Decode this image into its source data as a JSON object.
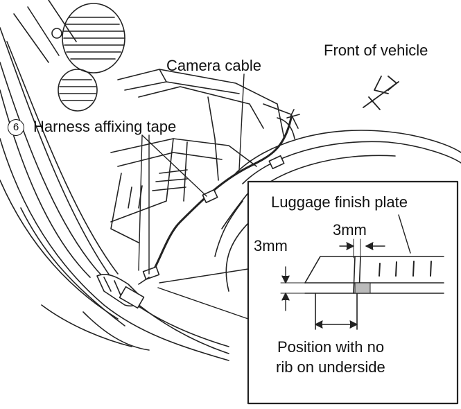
{
  "labels": {
    "front_of_vehicle": "Front of vehicle",
    "camera_cable": "Camera cable",
    "harness_tape_number": "6",
    "harness_tape": "Harness affixing tape",
    "luggage_finish_plate": "Luggage finish plate",
    "dim_horizontal": "3mm",
    "dim_vertical": "3mm",
    "position_line1": "Position with no",
    "position_line2": "rib on underside"
  }
}
